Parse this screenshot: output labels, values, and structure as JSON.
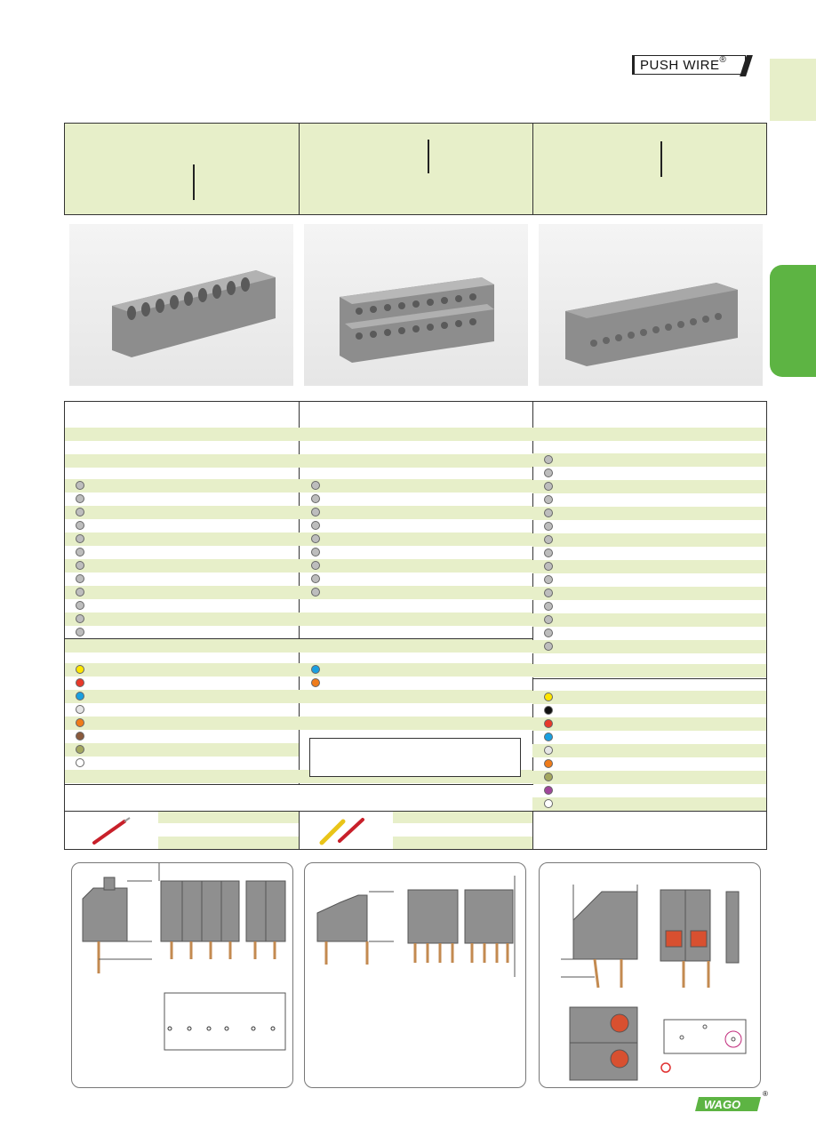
{
  "brand": {
    "product_logo": "PUSH WIRE",
    "registered_mark": "®",
    "manufacturer_logo": "WAGO",
    "colors": {
      "light_green": "#e7efc9",
      "tab_green": "#5db443",
      "wago_green": "#5db443"
    }
  },
  "gray_rows": {
    "col1_count": 12,
    "col2_count": 9,
    "col3_count": 15
  },
  "color_dots": {
    "col1": [
      "#ffe600",
      "#e8392a",
      "#1aa0e0",
      "#e6e6e6",
      "#f07c1a",
      "#8a5a3c",
      "#a4a860",
      "#ffffff"
    ],
    "col2": [
      "#1aa0e0",
      "#f07c1a"
    ],
    "col3": [
      "#ffe600",
      "#111111",
      "#e8392a",
      "#1aa0e0",
      "#e6e6e6",
      "#f07c1a",
      "#a4a860",
      "#a0469a",
      "#ffffff"
    ]
  },
  "icons": {
    "col1_accessory": "red-test-plug-icon",
    "col2_accessory": "yellow-red-test-plugs-icon",
    "panel3_marker": "red-circle-icon"
  }
}
